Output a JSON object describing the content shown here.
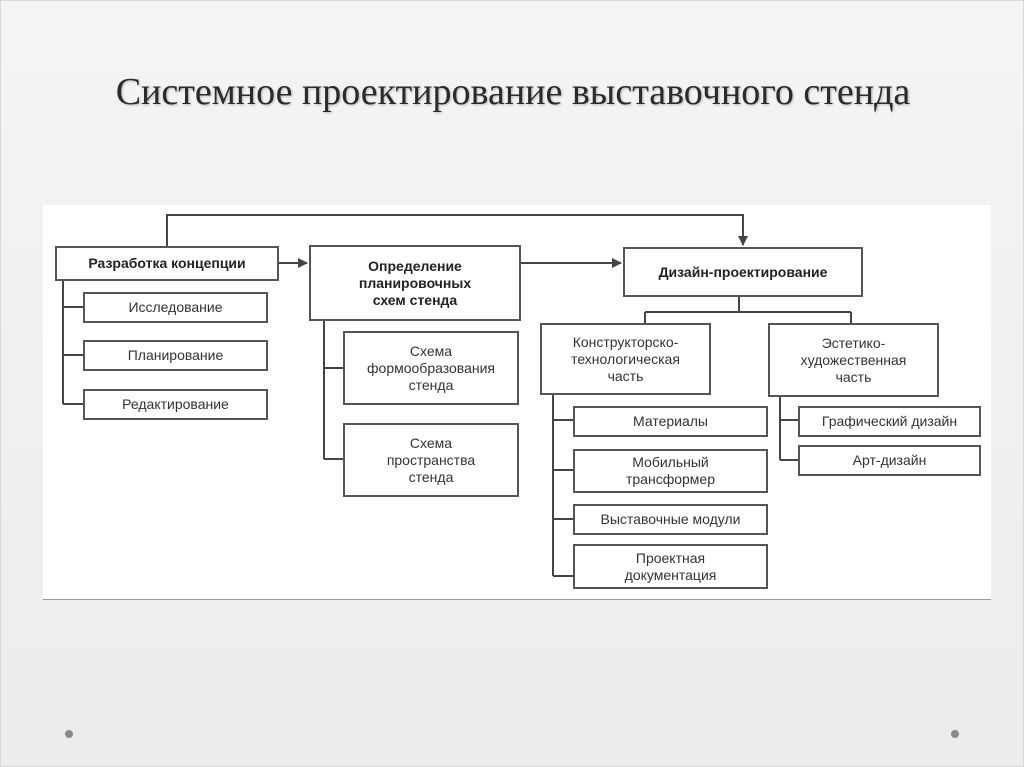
{
  "slide": {
    "title": "Системное проектирование выставочного стенда"
  },
  "diagram": {
    "concept": {
      "label": "Разработка концепции",
      "children": [
        "Исследование",
        "Планирование",
        "Редактирование"
      ]
    },
    "layout": {
      "label": "Определение\nпланировочных\nсхем стенда",
      "children": [
        "Схема\nформообразования\nстенда",
        "Схема\nпространства\nстенда"
      ]
    },
    "design": {
      "label": "Дизайн-проектирование",
      "technical": {
        "label": "Конструкторско-\nтехнологическая\nчасть",
        "children": [
          "Материалы",
          "Мобильный\nтрансформер",
          "Выставочные модули",
          "Проектная\nдокументация"
        ]
      },
      "aesthetic": {
        "label": "Эстетико-\nхудожественная\nчасть",
        "children": [
          "Графический дизайн",
          "Арт-дизайн"
        ]
      }
    }
  }
}
